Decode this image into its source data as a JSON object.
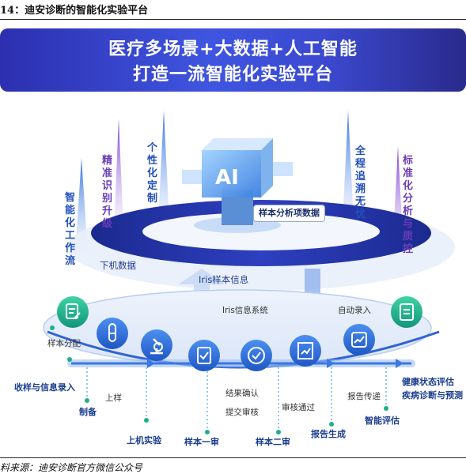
{
  "caption": "14：迪安诊断的智能化实验平台",
  "source": "料来源：迪安诊断官方微信公众号",
  "banner": {
    "line1": "医疗多场景+大数据+人工智能",
    "line2": "打造一流智能化实验平台"
  },
  "arrows": {
    "a1": "智能化工作流",
    "a2": "精准识别升级",
    "a3": "个性化定制",
    "a4": "全程追溯无忧",
    "a5": "标准化分析与质控"
  },
  "ai": {
    "chip": "AI",
    "pill": "样本分析项数据"
  },
  "flow": {
    "offline": "下机数据",
    "iris_info": "Iris样本信息",
    "iris_system": "Iris信息系统",
    "auto_entry": "自动录入",
    "sample_dist": "样本分配",
    "collect": "收样与信息录入",
    "prepare": "制备",
    "load": "上样",
    "instrument": "上机实验",
    "review1": "样本一审",
    "confirm": "结果确认",
    "submit": "提交审核",
    "review2": "样本二审",
    "passed": "审核通过",
    "report_gen": "报告生成",
    "report_send": "报告传递",
    "smart_eval": "智能评估",
    "health": "健康状态评估",
    "disease": "疾病诊断与预测"
  },
  "colors": {
    "banner": "#3f55e0",
    "blue_text": "#2150b8",
    "purple_text": "#6a3cb6",
    "icon_blue": "#2a6fd6",
    "icon_green": "#1fb08a",
    "ring": "#1a2a8c"
  },
  "icons": [
    "document-pen-icon",
    "test-tube-icon",
    "microscope-icon",
    "clipboard-check-icon",
    "check-circle-icon",
    "report-chart-icon",
    "tablet-chart-icon",
    "clipboard-list-icon"
  ]
}
